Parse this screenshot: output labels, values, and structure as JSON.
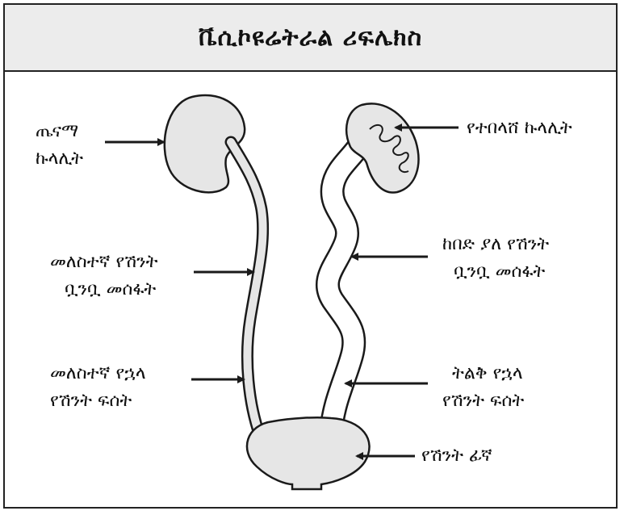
{
  "title": "ቬሲኮዩሬትራል ሪፍሌክስ",
  "labels": {
    "healthy_kidney": [
      "ጤናማ",
      "ኩላሊት"
    ],
    "normal_ureter": [
      "መለስተኛ የሽንት",
      "ቧንቧ መሰፋት"
    ],
    "mild_lower_ureter": [
      "መለስተኛ የኋላ",
      "የሽንት ፍሰት"
    ],
    "damaged_kidney": [
      "የተበላሸ ኩላሊት"
    ],
    "severe_ureter": [
      "ከበድ ያለ የሽንት",
      "ቧንቧ መሰፋት"
    ],
    "large_reflux": [
      "ትልቅ የኋላ",
      "የሽንት ፍሰት"
    ],
    "bladder": [
      "የሽንት ፊኛ"
    ]
  },
  "colors": {
    "organ_fill": "#e6e6e6",
    "outline": "#1a1a1a",
    "title_bg": "#ececec"
  }
}
